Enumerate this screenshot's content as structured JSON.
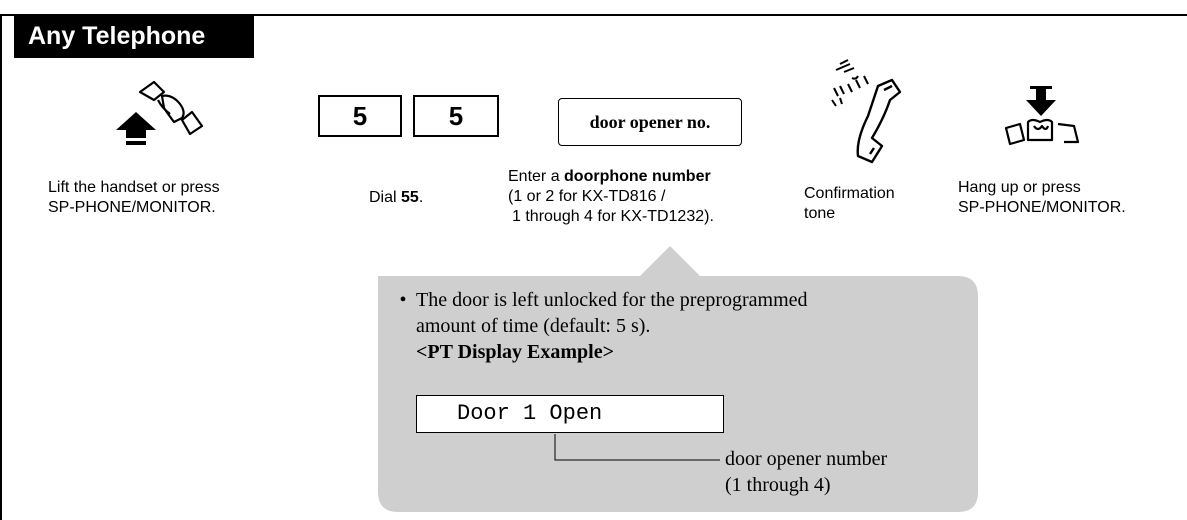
{
  "title": "Any Telephone",
  "steps": {
    "lift": {
      "line1": "Lift the handset or press",
      "line2": "SP-PHONE/MONITOR."
    },
    "dial": {
      "keys": [
        "5",
        "5"
      ],
      "prefix": "Dial ",
      "code": "55",
      "suffix": "."
    },
    "enter": {
      "box_label": "door opener no.",
      "line1_prefix": "Enter a ",
      "line1_bold": "doorphone number",
      "line2": "(1 or 2 for KX-TD816 /",
      "line3": "1 through 4 for KX-TD1232)."
    },
    "confirm": {
      "line1": "Confirmation",
      "line2": "tone"
    },
    "hangup": {
      "line1": "Hang up or press",
      "line2": "SP-PHONE/MONITOR."
    }
  },
  "note": {
    "bullet": "•",
    "line1": "The door is left unlocked for the preprogrammed",
    "line2": "amount of time (default: 5 s).",
    "display_heading": "<PT Display Example>",
    "display_text": "Door 1 Open",
    "callout_line1": "door opener number",
    "callout_line2": "(1 through 4)"
  },
  "colors": {
    "bubble": "#cfcfcf",
    "tab": "#000000"
  },
  "icons": [
    "handset-lift-icon",
    "confirmation-tone-icon",
    "hang-up-icon"
  ]
}
